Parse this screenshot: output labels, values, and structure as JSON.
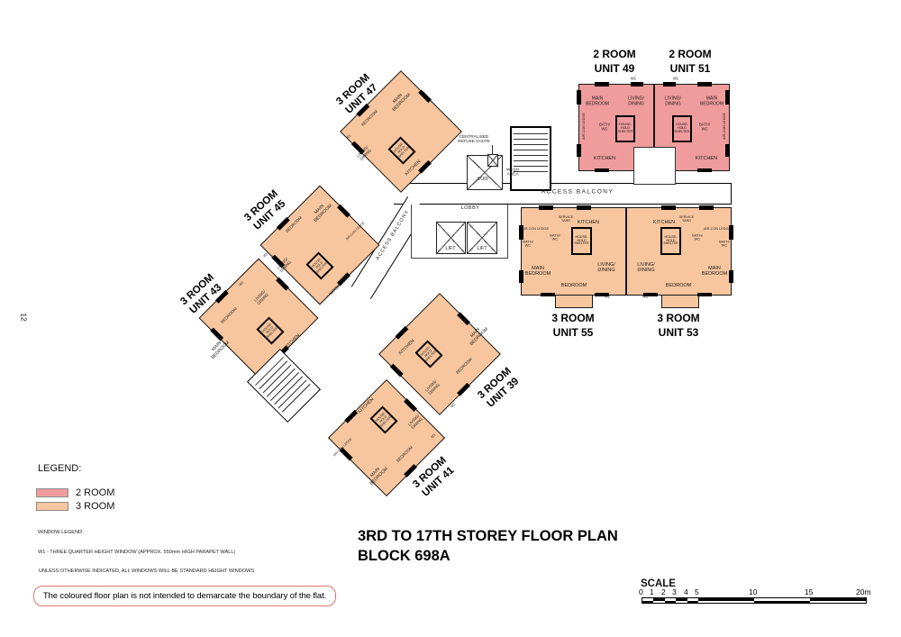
{
  "page_number": "12",
  "title": {
    "line1": "3RD TO 17TH STOREY FLOOR PLAN",
    "line2": "BLOCK 698A"
  },
  "legend": {
    "heading": "LEGEND:",
    "items": [
      {
        "label": "2 ROOM",
        "color": "#f09c9c"
      },
      {
        "label": "3 ROOM",
        "color": "#f7c69e"
      }
    ]
  },
  "window_legend": {
    "heading": "WINDOW LEGEND:",
    "w1_line": "W1  -  THREE QUARTER HEIGHT WINDOW (APPROX. 550mm HIGH PARAPET WALL)",
    "std_line": "UNLESS OTHERWISE INDICATED, ALL WINDOWS WILL BE STANDARD HEIGHT WINDOWS."
  },
  "note": "The coloured floor plan is not intended to demarcate the boundary of the flat.",
  "scale": {
    "heading": "SCALE",
    "ticks": [
      "0",
      "1",
      "2",
      "3",
      "4",
      "5",
      "10",
      "15",
      "20m"
    ]
  },
  "core": {
    "refuse_chute_l1": "CENTRALISED",
    "refuse_chute_l2": "REFUSE CHUTE",
    "wash_l1": "WASH",
    "wash_l2": "AREA",
    "void": "VOID",
    "lobby": "LOBBY",
    "lift": "LIFT",
    "access_balcony": "ACCESS BALCONY"
  },
  "rooms": {
    "main_bedroom": "MAIN BEDROOM",
    "bedroom": "BEDROOM",
    "living_dining": "LIVING/ DINING",
    "kitchen": "KITCHEN",
    "bath_wc": "BATH/ WC",
    "household_shelter": "HOUSE- HOLD SHELTER",
    "aircon_ledge": "AIR-CON LEDGE",
    "service_yard": "SERVICE YARD",
    "w1": "W1"
  },
  "units": [
    {
      "type": "2 ROOM",
      "name": "UNIT 49"
    },
    {
      "type": "2 ROOM",
      "name": "UNIT 51"
    },
    {
      "type": "3 ROOM",
      "name": "UNIT 47"
    },
    {
      "type": "3 ROOM",
      "name": "UNIT 45"
    },
    {
      "type": "3 ROOM",
      "name": "UNIT 43"
    },
    {
      "type": "3 ROOM",
      "name": "UNIT 39"
    },
    {
      "type": "3 ROOM",
      "name": "UNIT 41"
    },
    {
      "type": "3 ROOM",
      "name": "UNIT 55"
    },
    {
      "type": "3 ROOM",
      "name": "UNIT 53"
    }
  ]
}
